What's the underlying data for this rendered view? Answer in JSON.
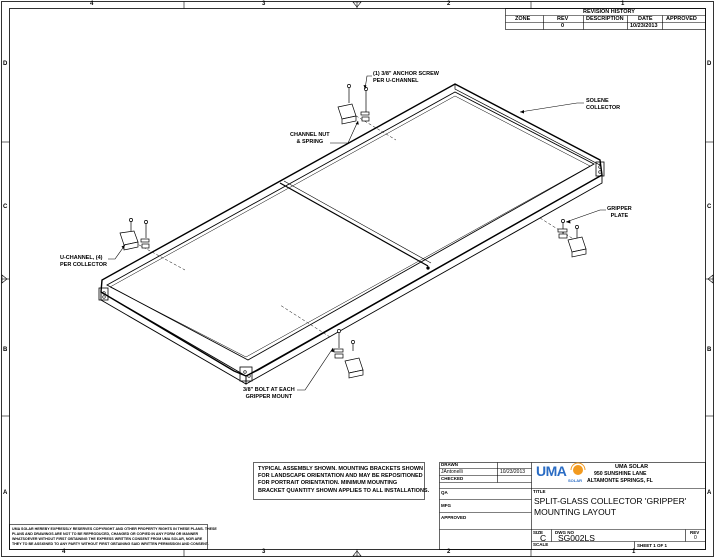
{
  "zones": {
    "top": [
      "4",
      "3",
      "2",
      "1"
    ],
    "bottom": [
      "4",
      "3",
      "2",
      "1"
    ],
    "left": [
      "D",
      "C",
      "B",
      "A"
    ],
    "right": [
      "D",
      "C",
      "B",
      "A"
    ]
  },
  "revision_history": {
    "title": "REVISION HISTORY",
    "headers": [
      "ZONE",
      "REV",
      "DESCRIPTION",
      "DATE",
      "APPROVED"
    ],
    "row": [
      "",
      "0",
      "",
      "10/23/2013",
      ""
    ]
  },
  "callouts": {
    "anchor_screw": [
      "(1) 3/8\" ANCHOR SCREW",
      "PER U-CHANNEL"
    ],
    "solene": [
      "SOLENE",
      "COLLECTOR"
    ],
    "channel_nut": [
      "CHANNEL NUT",
      "& SPRING"
    ],
    "gripper_plate": [
      "GRIPPER",
      "PLATE"
    ],
    "u_channel": [
      "U-CHANNEL, (4)",
      "PER COLLECTOR"
    ],
    "bolt": [
      "3/8\" BOLT AT EACH",
      "GRIPPER MOUNT"
    ]
  },
  "notes": {
    "assembly": [
      "TYPICAL ASSEMBLY SHOWN. MOUNTING BRACKETS SHOWN",
      "FOR LANDSCAPE ORIENTATION AND MAY BE REPOSITIONED",
      "FOR PORTRAIT ORIENTATION. MINIMUM MOUNTING",
      "BRACKET QUANTITY SHOWN APPLIES TO ALL INSTALLATIONS."
    ],
    "proprietary": [
      "UMA SOLAR HEREBY EXPRESSLY RESERVES  COPYRIGHT AND OTHER PROPERTY RIGHTS IN THESE PLANS. THESE",
      "PLANS AND DRAWINGS ARE NOT TO BE REPRODUCED, CHANGED OR COPIED IN ANY FORM OR MANNER",
      "WHATSOEVER WITHOUT FIRST OBTAINING THE EXPRESS WRITTEN CONSENT FROM UMA SOLAR, NOR ARE",
      "THEY TO BE ASSIGNED TO ANY PARTY WITHOUT FIRST OBTAINING SAID WRITTEN PERMISSION AND CONSENT."
    ]
  },
  "title_block": {
    "drawn_label": "DRAWN",
    "drawn_by": "JAntonelli",
    "drawn_date": "10/23/2013",
    "checked_label": "CHECKED",
    "qa_label": "QA",
    "mfg_label": "MFG",
    "approved_label": "APPROVED",
    "logo_text": "UMA",
    "logo_sub": "SOLAR",
    "company": "UMA SOLAR",
    "address1": "950 SUNSHINE LANE",
    "address2": "ALTAMONTE SPRINGS, FL",
    "title_label": "TITLE",
    "title_line1": "SPLIT-GLASS COLLECTOR 'GRIPPER'",
    "title_line2": "MOUNTING LAYOUT",
    "size_label": "SIZE",
    "size": "C",
    "dwg_label": "DWG NO",
    "dwg_no": "SG002LS",
    "rev_label": "REV",
    "rev": "0",
    "scale_label": "SCALE",
    "sheet": "SHEET 1  OF 1"
  },
  "colors": {
    "line": "#000000",
    "paper": "#ffffff",
    "logo_blue": "#2a6cc4",
    "logo_orange": "#f29a1f"
  }
}
